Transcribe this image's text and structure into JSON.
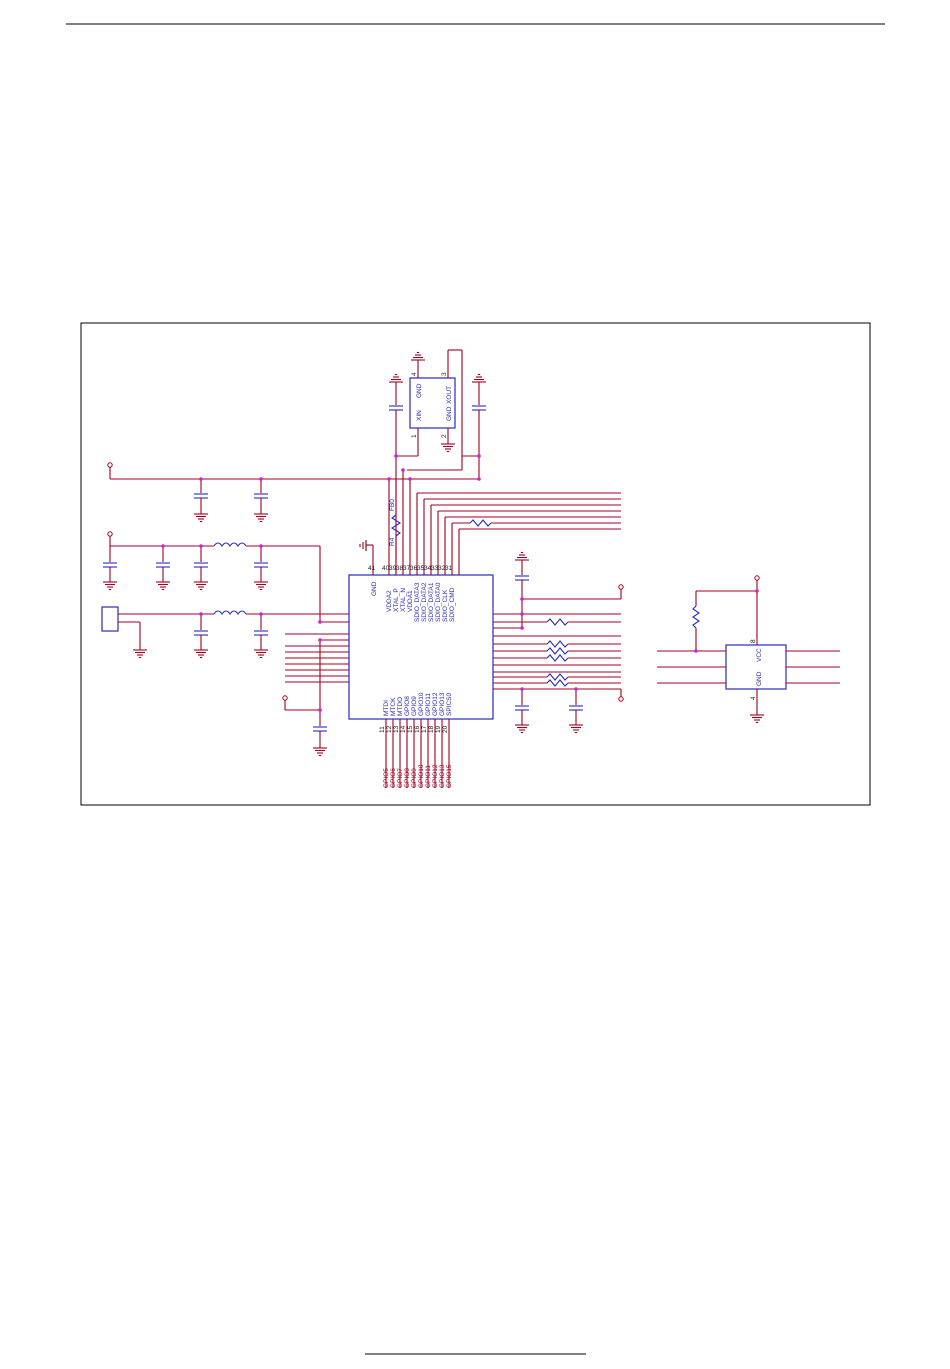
{
  "chip": {
    "top_pins": [
      {
        "num": "41",
        "name": "GND"
      },
      {
        "num": "40",
        "name": "VDDA2"
      },
      {
        "num": "39",
        "name": "XTAL_P"
      },
      {
        "num": "38",
        "name": "XTAL_N"
      },
      {
        "num": "37",
        "name": "VDDA1"
      },
      {
        "num": "36",
        "name": "SDIO_DATA3"
      },
      {
        "num": "35",
        "name": "SDIO_DATA2"
      },
      {
        "num": "34",
        "name": "SDIO_DATA1"
      },
      {
        "num": "33",
        "name": "SDIO_DATA0"
      },
      {
        "num": "32",
        "name": "SDIO_CLK"
      },
      {
        "num": "31",
        "name": "SDIO_CMD"
      }
    ],
    "bottom_pins": [
      {
        "num": "11",
        "name": "MTDI",
        "net": "GPIO5"
      },
      {
        "num": "12",
        "name": "MTCK",
        "net": "GPIO6"
      },
      {
        "num": "13",
        "name": "MTDO",
        "net": "GPIO7"
      },
      {
        "num": "14",
        "name": "GPIO8",
        "net": "GPIO8"
      },
      {
        "num": "15",
        "name": "GPIO9",
        "net": "GPIO9"
      },
      {
        "num": "16",
        "name": "GPIO10",
        "net": "GPIO10"
      },
      {
        "num": "17",
        "name": "GPIO11",
        "net": "GPIO11"
      },
      {
        "num": "18",
        "name": "GPIO12",
        "net": "GPIO12"
      },
      {
        "num": "19",
        "name": "GPIO13",
        "net": "GPIO13"
      },
      {
        "num": "20",
        "name": "SPICS0",
        "net": "GPIO15"
      }
    ]
  },
  "crystal": {
    "pins": [
      {
        "num": "4",
        "name": "GND"
      },
      {
        "num": "3",
        "name": "XOUT"
      },
      {
        "num": "1",
        "name": "XIN"
      },
      {
        "num": "2",
        "name": "GND"
      }
    ]
  },
  "ferrite": {
    "ref": "R4",
    "value": "FB0"
  },
  "flash": {
    "pins": [
      {
        "num": "8",
        "name": "VCC"
      },
      {
        "num": "4",
        "name": "GND"
      }
    ]
  }
}
